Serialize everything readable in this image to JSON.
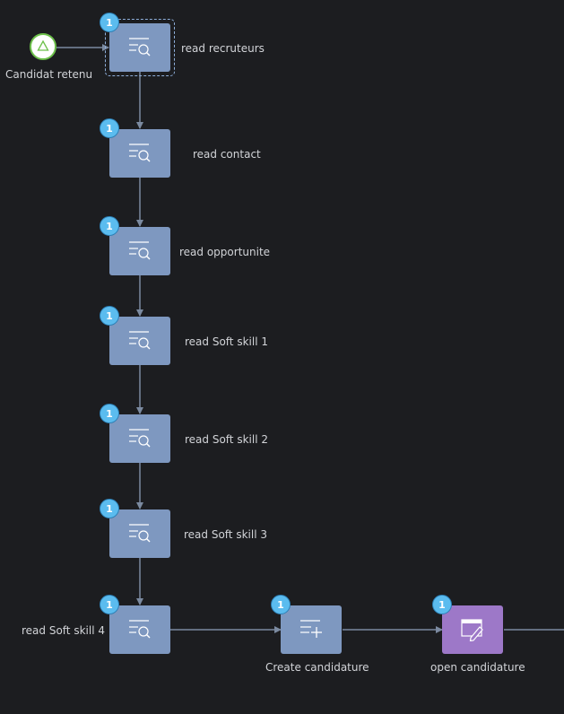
{
  "start_event": {
    "label": "Candidat retenu",
    "icon": "start-triangle-icon"
  },
  "badge_count": "1",
  "colors": {
    "background": "#1c1d20",
    "task": "#7e98c0",
    "user_task": "#9d78c8",
    "badge": "#5bbcef",
    "start_border": "#6cc04a",
    "connector": "#7b8aa0"
  },
  "nodes": [
    {
      "label": "read recruteurs",
      "icon": "read-data-icon",
      "selected": true
    },
    {
      "label": "read contact",
      "icon": "read-data-icon"
    },
    {
      "label": "read opportunite",
      "icon": "read-data-icon"
    },
    {
      "label": "read Soft skill 1",
      "icon": "read-data-icon"
    },
    {
      "label": "read Soft skill 2",
      "icon": "read-data-icon"
    },
    {
      "label": "read Soft skill 3",
      "icon": "read-data-icon"
    },
    {
      "label": "read Soft skill 4",
      "icon": "read-data-icon"
    },
    {
      "label": "Create candidature",
      "icon": "add-data-icon"
    },
    {
      "label": "open candidature",
      "icon": "open-page-edit-icon"
    }
  ]
}
